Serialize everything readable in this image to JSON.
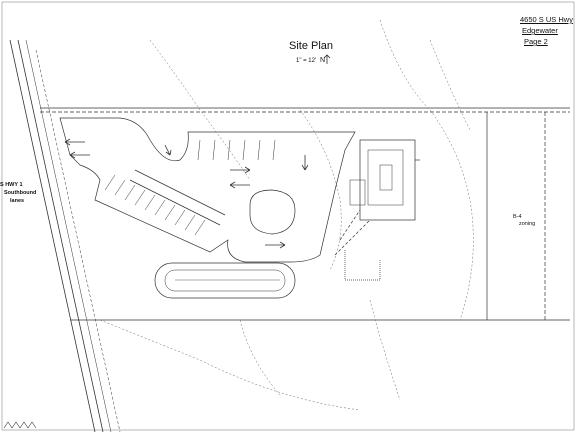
{
  "header": {
    "address": "4650 S US Hwy",
    "city": "Edgewater",
    "page": "Page 2"
  },
  "plan": {
    "title": "Site Plan",
    "scale": "1\" = 12'",
    "north_arrow": "N"
  },
  "labels": {
    "highway_line1": "S HWY 1",
    "highway_line2": "Southbound",
    "highway_line3": "lanes",
    "zoning_line1": "B-4",
    "zoning_line2": "zoning"
  },
  "colors": {
    "linework": "#333333",
    "dashed": "#555555",
    "background": "#ffffff"
  }
}
